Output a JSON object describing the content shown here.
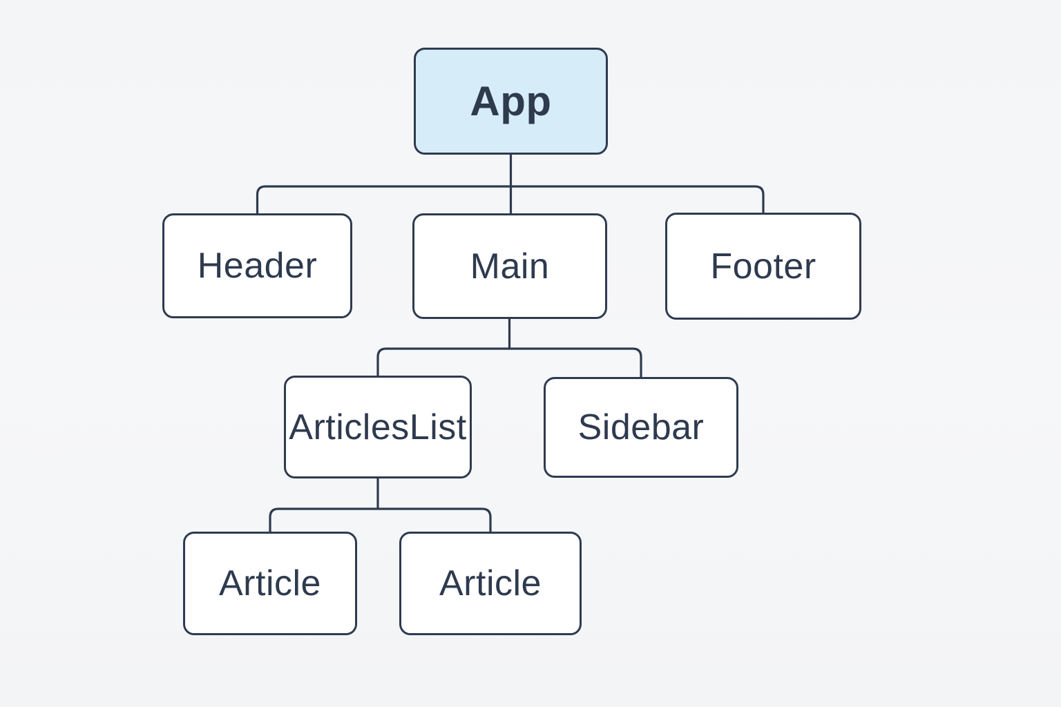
{
  "diagram": {
    "kind": "component-tree",
    "nodes": {
      "app": {
        "label": "App",
        "highlighted": true
      },
      "header": {
        "label": "Header"
      },
      "main": {
        "label": "Main"
      },
      "footer": {
        "label": "Footer"
      },
      "articles_list": {
        "label": "ArticlesList"
      },
      "sidebar": {
        "label": "Sidebar"
      },
      "article_1": {
        "label": "Article"
      },
      "article_2": {
        "label": "Article"
      }
    },
    "edges": [
      {
        "from": "App",
        "to": "Header"
      },
      {
        "from": "App",
        "to": "Main"
      },
      {
        "from": "App",
        "to": "Footer"
      },
      {
        "from": "Main",
        "to": "ArticlesList"
      },
      {
        "from": "Main",
        "to": "Sidebar"
      },
      {
        "from": "ArticlesList",
        "to": "Article"
      },
      {
        "from": "ArticlesList",
        "to": "Article"
      }
    ],
    "colors": {
      "background": "#f5f6f8",
      "line": "#2e3a4f",
      "node_fill": "#ffffff",
      "root_fill": "#d6ecf9",
      "text": "#2e3a4e"
    }
  }
}
